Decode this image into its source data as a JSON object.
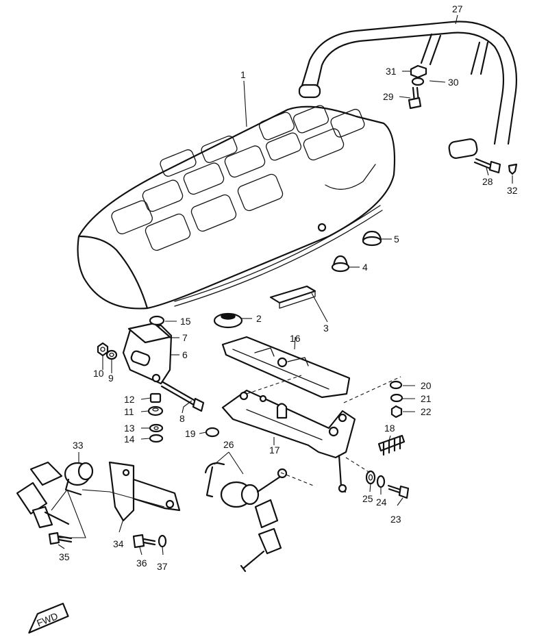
{
  "callouts": [
    {
      "id": "c1",
      "text": "1"
    },
    {
      "id": "c2",
      "text": "2"
    },
    {
      "id": "c3",
      "text": "3"
    },
    {
      "id": "c4",
      "text": "4"
    },
    {
      "id": "c5",
      "text": "5"
    },
    {
      "id": "c6",
      "text": "6"
    },
    {
      "id": "c7",
      "text": "7"
    },
    {
      "id": "c8",
      "text": "8"
    },
    {
      "id": "c9",
      "text": "9"
    },
    {
      "id": "c10",
      "text": "10"
    },
    {
      "id": "c11",
      "text": "11"
    },
    {
      "id": "c12",
      "text": "12"
    },
    {
      "id": "c13",
      "text": "13"
    },
    {
      "id": "c14",
      "text": "14"
    },
    {
      "id": "c15",
      "text": "15"
    },
    {
      "id": "c16",
      "text": "16"
    },
    {
      "id": "c17",
      "text": "17"
    },
    {
      "id": "c18",
      "text": "18"
    },
    {
      "id": "c19",
      "text": "19"
    },
    {
      "id": "c20",
      "text": "20"
    },
    {
      "id": "c21",
      "text": "21"
    },
    {
      "id": "c22",
      "text": "22"
    },
    {
      "id": "c23",
      "text": "23"
    },
    {
      "id": "c24",
      "text": "24"
    },
    {
      "id": "c25",
      "text": "25"
    },
    {
      "id": "c26",
      "text": "26"
    },
    {
      "id": "c27",
      "text": "27"
    },
    {
      "id": "c28",
      "text": "28"
    },
    {
      "id": "c29",
      "text": "29"
    },
    {
      "id": "c30",
      "text": "30"
    },
    {
      "id": "c31",
      "text": "31"
    },
    {
      "id": "c32",
      "text": "32"
    },
    {
      "id": "c33",
      "text": "33"
    },
    {
      "id": "c34",
      "text": "34"
    },
    {
      "id": "c35",
      "text": "35"
    },
    {
      "id": "c36",
      "text": "36"
    },
    {
      "id": "c37",
      "text": "37"
    }
  ],
  "fwd_label": "FWD"
}
